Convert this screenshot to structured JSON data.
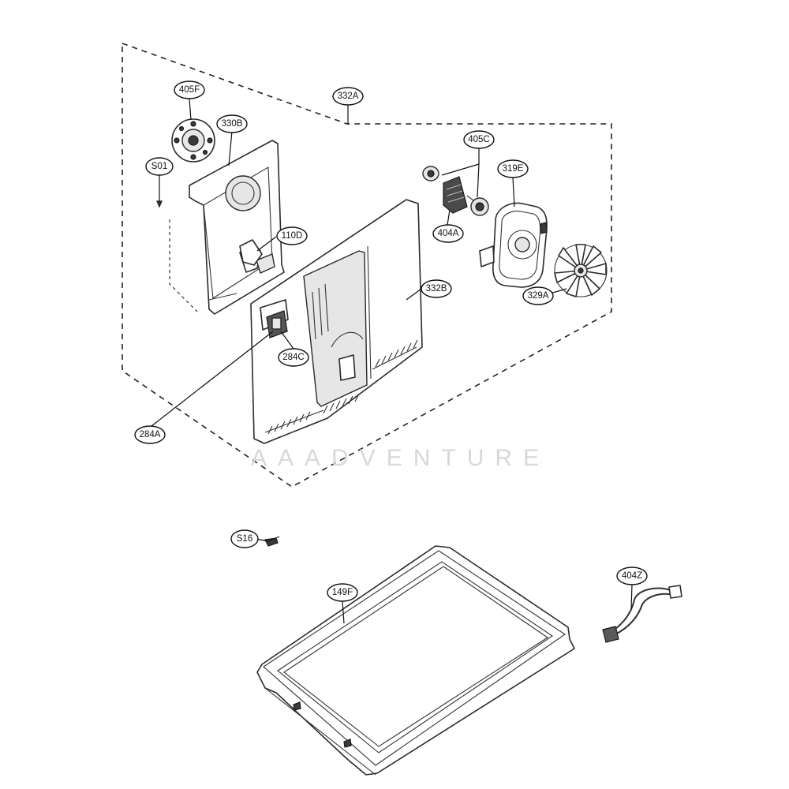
{
  "part_labels": {
    "p405F": "405F",
    "p330B": "330B",
    "pS01": "S01",
    "p332A": "332A",
    "p405C": "405C",
    "p319E": "319E",
    "p404A": "404A",
    "p110D": "110D",
    "p332B": "332B",
    "p329A": "329A",
    "p284C": "284C",
    "p284A": "284A",
    "pS16": "S16",
    "p149F": "149F",
    "p404Z": "404Z"
  },
  "watermark": "AAADVENTURE"
}
